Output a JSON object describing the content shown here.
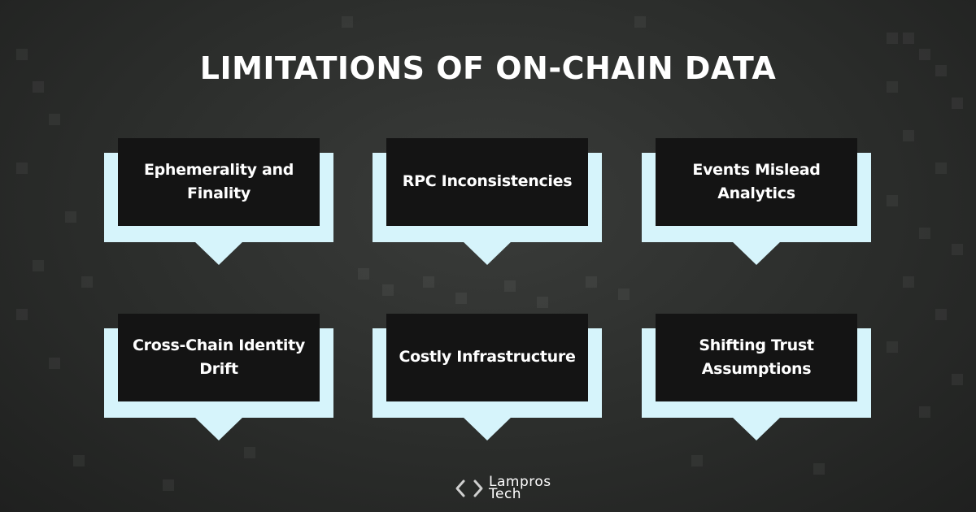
{
  "title": "LIMITATIONS OF ON-CHAIN DATA",
  "cards": [
    {
      "label": "Ephemerality and Finality"
    },
    {
      "label": "RPC Inconsistencies"
    },
    {
      "label": "Events Mislead Analytics"
    },
    {
      "label": "Cross-Chain Identity Drift"
    },
    {
      "label": "Costly Infrastructure"
    },
    {
      "label": "Shifting Trust Assumptions"
    }
  ],
  "logo": {
    "line1": "Lampros",
    "line2": "Tech",
    "icon": "code-brackets-icon"
  },
  "colors": {
    "card_back": "#d6f4fb",
    "card_front": "#141414",
    "text": "#ffffff"
  }
}
